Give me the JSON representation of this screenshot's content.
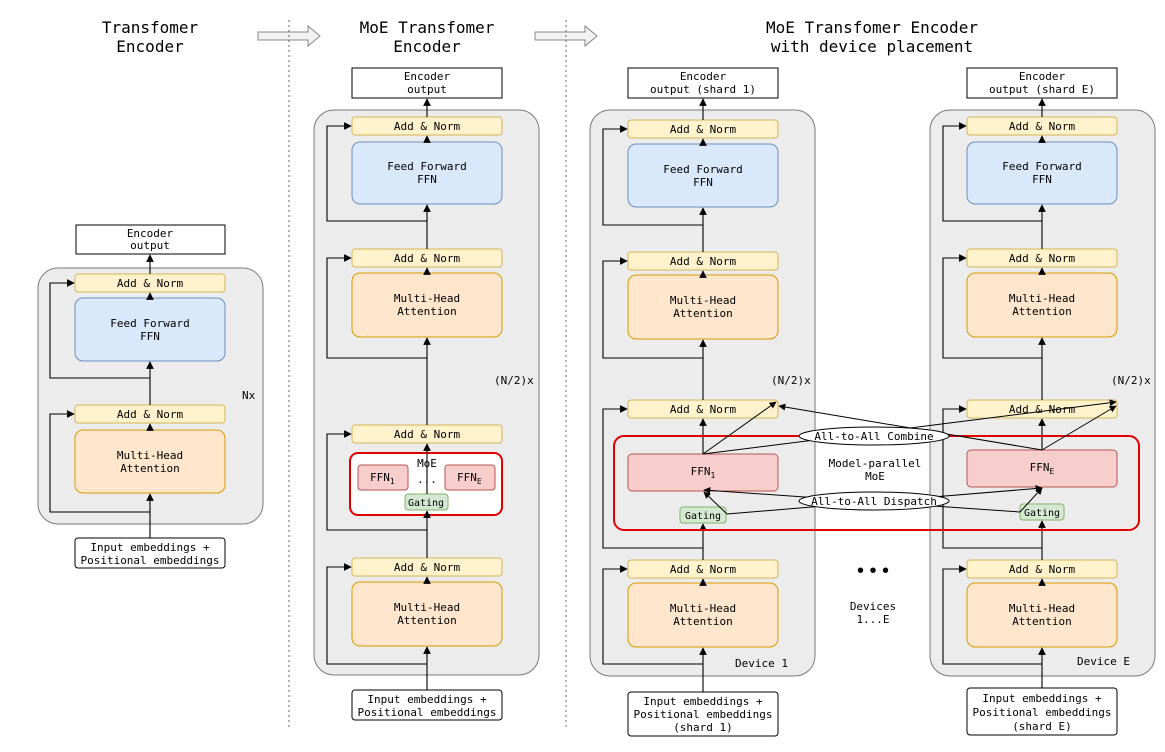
{
  "colors": {
    "stack_fill": "#ececec",
    "stack_stroke": "#7a7a7a",
    "addnorm_fill": "#fff2cc",
    "addnorm_stroke": "#d6b656",
    "ffn_fill": "#dae8fc",
    "ffn_stroke": "#6c8ebf",
    "attn_fill": "#ffe6cc",
    "attn_stroke": "#d79b00",
    "expert_fill": "#f8cecc",
    "expert_stroke": "#b85450",
    "gating_fill": "#d5e8d4",
    "gating_stroke": "#82b366",
    "moe_border": "#e00000",
    "arrow": "#000000"
  },
  "headers": {
    "left": [
      "Transfomer",
      "Encoder"
    ],
    "middle": [
      "MoE Transfomer",
      "Encoder"
    ],
    "right": [
      "MoE Transfomer Encoder",
      "with device placement"
    ]
  },
  "labels": {
    "add_norm": "Add & Norm",
    "feed_forward": [
      "Feed Forward",
      "FFN"
    ],
    "multi_head": [
      "Multi-Head",
      "Attention"
    ],
    "encoder_output": [
      "Encoder",
      "output"
    ],
    "encoder_output_shard1": [
      "Encoder",
      "output (shard 1)"
    ],
    "encoder_output_shardE": [
      "Encoder",
      "output (shard E)"
    ],
    "input": [
      "Input embeddings +",
      "Positional embeddings"
    ],
    "input_shard1": [
      "Input embeddings +",
      "Positional embeddings",
      "(shard 1)"
    ],
    "input_shardE": [
      "Input embeddings +",
      "Positional embeddings",
      "(shard E)"
    ],
    "repeat_nx": "Nx",
    "repeat_half": "(N/2)x",
    "moe": "MoE",
    "ffn_prefix": "FFN",
    "ffn_sub_1": "1",
    "ffn_sub_e": "E",
    "ellipsis": "...",
    "gating": "Gating",
    "model_parallel": [
      "Model-parallel",
      "MoE"
    ],
    "all_to_all_combine": "All-to-All Combine",
    "all_to_all_dispatch": "All-to-All Dispatch",
    "dots": "• • •",
    "devices": [
      "Devices",
      "1...E"
    ],
    "device_1": "Device 1",
    "device_e": "Device E"
  }
}
